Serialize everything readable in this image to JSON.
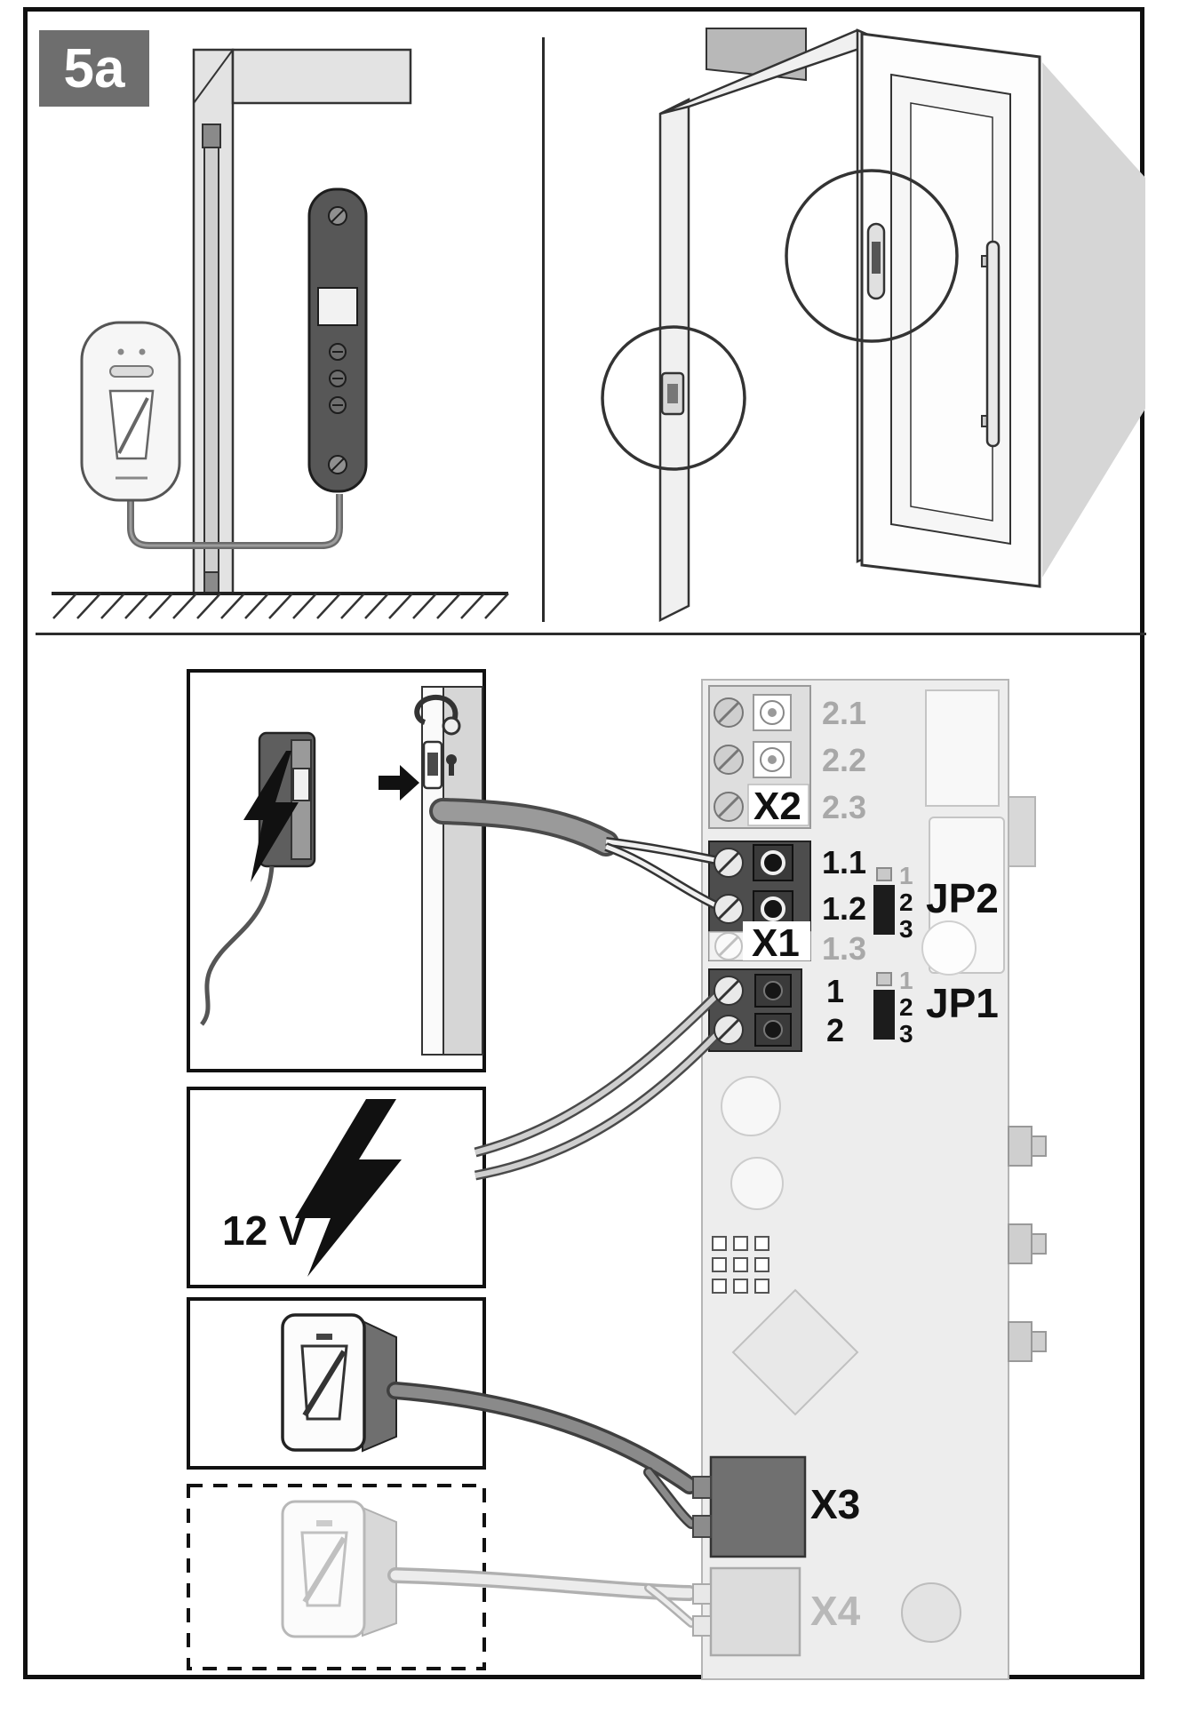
{
  "step": {
    "label": "5a"
  },
  "board": {
    "x2": {
      "label": "X2",
      "pins": [
        "2.1",
        "2.2",
        "2.3"
      ]
    },
    "x1": {
      "label": "X1",
      "pins": [
        "1.1",
        "1.2",
        "1.3"
      ]
    },
    "power": {
      "pins": [
        "1",
        "2"
      ]
    },
    "jp2": {
      "label": "JP2",
      "pins": [
        "1",
        "2",
        "3"
      ]
    },
    "jp1": {
      "label": "JP1",
      "pins": [
        "1",
        "2",
        "3"
      ]
    },
    "x3": {
      "label": "X3"
    },
    "x4": {
      "label": "X4"
    }
  },
  "power_supply": {
    "label": "12 V"
  },
  "colors": {
    "badge_gray": "#6e6e6e",
    "board_gray": "#ededed",
    "terminal_dark": "#4d4d4d",
    "muted_text": "#a8a8a8",
    "wire_gray": "#9a9a9a",
    "ink": "#111111"
  }
}
